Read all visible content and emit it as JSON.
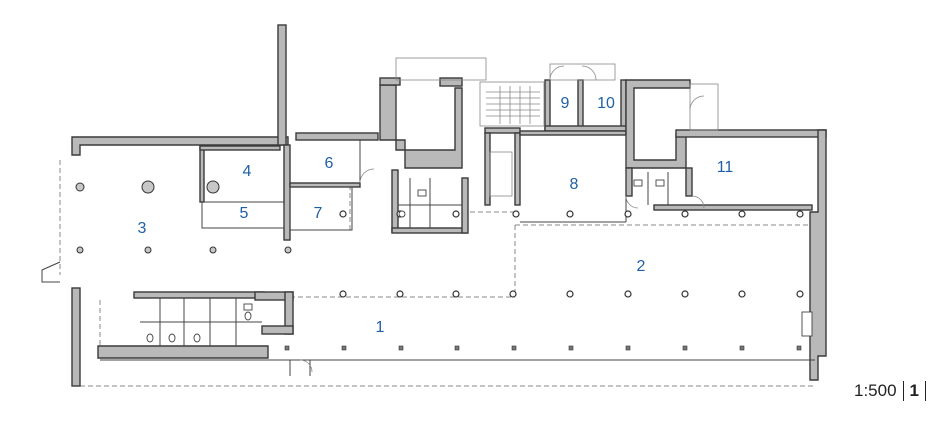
{
  "rooms": [
    {
      "id": "1",
      "label": "1"
    },
    {
      "id": "2",
      "label": "2"
    },
    {
      "id": "3",
      "label": "3"
    },
    {
      "id": "4",
      "label": "4"
    },
    {
      "id": "5",
      "label": "5"
    },
    {
      "id": "6",
      "label": "6"
    },
    {
      "id": "7",
      "label": "7"
    },
    {
      "id": "8",
      "label": "8"
    },
    {
      "id": "9",
      "label": "9"
    },
    {
      "id": "10",
      "label": "10"
    },
    {
      "id": "11",
      "label": "11"
    }
  ],
  "scale": {
    "ratio": "1:500",
    "sheet_number": "1"
  },
  "colors": {
    "room_label": "#1f5fa8",
    "wall_fill": "#b9b9b9",
    "wall_stroke": "#3a3a3a"
  }
}
